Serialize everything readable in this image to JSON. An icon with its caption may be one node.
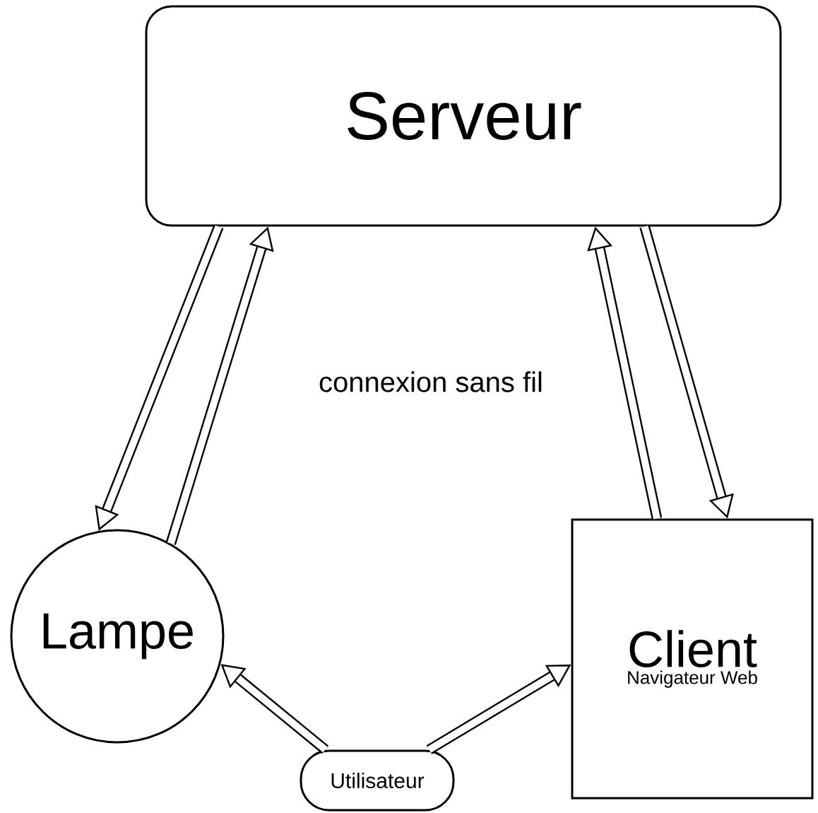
{
  "diagram": {
    "nodes": [
      {
        "text": [
          "Serveur"
        ]
      },
      {
        "text": [
          "Lampe"
        ]
      },
      {
        "text": [
          "Client",
          "Navigateur Web"
        ]
      },
      {
        "text": [
          "Utilisateur"
        ]
      }
    ],
    "edges": [
      {
        "from": 0,
        "to": 1,
        "arrow": "to"
      },
      {
        "from": 1,
        "to": 0,
        "arrow": "to"
      },
      {
        "from": 0,
        "to": 2,
        "arrow": "to"
      },
      {
        "from": 2,
        "to": 0,
        "arrow": "to"
      },
      {
        "from": 3,
        "to": 1,
        "arrow": "to"
      },
      {
        "from": 3,
        "to": 2,
        "arrow": "to"
      }
    ],
    "labels": [
      "connexion sans fil"
    ]
  }
}
